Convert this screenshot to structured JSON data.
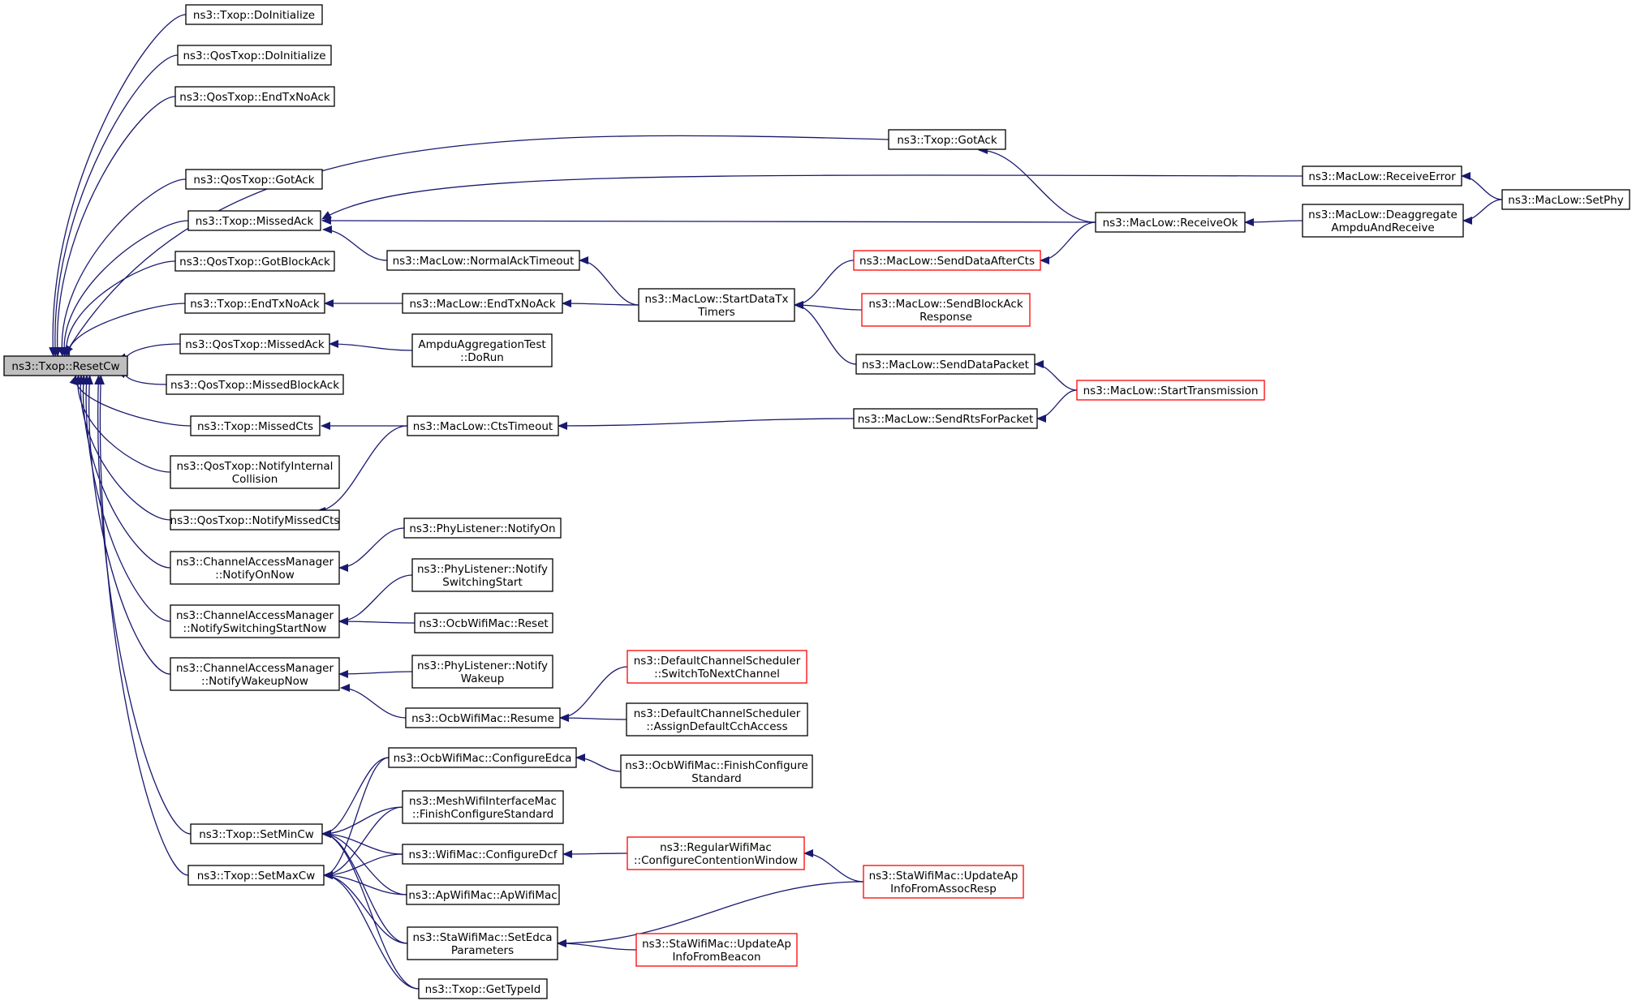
{
  "diagram": {
    "nodes": [
      {
        "id": "resetcw",
        "lines": [
          "ns3::Txop::ResetCw"
        ],
        "style": "root"
      },
      {
        "id": "txop_doinit",
        "lines": [
          "ns3::Txop::DoInitialize"
        ]
      },
      {
        "id": "qos_doinit",
        "lines": [
          "ns3::QosTxop::DoInitialize"
        ]
      },
      {
        "id": "qos_endtx",
        "lines": [
          "ns3::QosTxop::EndTxNoAck"
        ]
      },
      {
        "id": "txop_gotack",
        "lines": [
          "ns3::Txop::GotAck"
        ]
      },
      {
        "id": "qos_gotack",
        "lines": [
          "ns3::QosTxop::GotAck"
        ]
      },
      {
        "id": "txop_missedack",
        "lines": [
          "ns3::Txop::MissedAck"
        ]
      },
      {
        "id": "qos_gotblockack",
        "lines": [
          "ns3::QosTxop::GotBlockAck"
        ]
      },
      {
        "id": "txop_endtx",
        "lines": [
          "ns3::Txop::EndTxNoAck"
        ]
      },
      {
        "id": "qos_missedack",
        "lines": [
          "ns3::QosTxop::MissedAck"
        ]
      },
      {
        "id": "qos_missedblockack",
        "lines": [
          "ns3::QosTxop::MissedBlockAck"
        ]
      },
      {
        "id": "txop_missedcts",
        "lines": [
          "ns3::Txop::MissedCts"
        ]
      },
      {
        "id": "qos_notifyinternal",
        "lines": [
          "ns3::QosTxop::NotifyInternal",
          "Collision"
        ]
      },
      {
        "id": "qos_notifymissedcts",
        "lines": [
          "ns3::QosTxop::NotifyMissedCts"
        ]
      },
      {
        "id": "cam_onnow",
        "lines": [
          "ns3::ChannelAccessManager",
          "::NotifyOnNow"
        ]
      },
      {
        "id": "cam_switching",
        "lines": [
          "ns3::ChannelAccessManager",
          "::NotifySwitchingStartNow"
        ]
      },
      {
        "id": "cam_wakeup",
        "lines": [
          "ns3::ChannelAccessManager",
          "::NotifyWakeupNow"
        ]
      },
      {
        "id": "txop_setmincw",
        "lines": [
          "ns3::Txop::SetMinCw"
        ]
      },
      {
        "id": "txop_setmaxcw",
        "lines": [
          "ns3::Txop::SetMaxCw"
        ]
      },
      {
        "id": "maclow_normalack",
        "lines": [
          "ns3::MacLow::NormalAckTimeout"
        ]
      },
      {
        "id": "maclow_endtx",
        "lines": [
          "ns3::MacLow::EndTxNoAck"
        ]
      },
      {
        "id": "ampdu_dorun",
        "lines": [
          "AmpduAggregationTest",
          "::DoRun"
        ]
      },
      {
        "id": "maclow_ctstimeout",
        "lines": [
          "ns3::MacLow::CtsTimeout"
        ]
      },
      {
        "id": "phy_notifyon",
        "lines": [
          "ns3::PhyListener::NotifyOn"
        ]
      },
      {
        "id": "phy_switching",
        "lines": [
          "ns3::PhyListener::Notify",
          "SwitchingStart"
        ]
      },
      {
        "id": "ocb_reset",
        "lines": [
          "ns3::OcbWifiMac::Reset"
        ]
      },
      {
        "id": "phy_wakeup",
        "lines": [
          "ns3::PhyListener::Notify",
          "Wakeup"
        ]
      },
      {
        "id": "ocb_resume",
        "lines": [
          "ns3::OcbWifiMac::Resume"
        ]
      },
      {
        "id": "ocb_configureedca",
        "lines": [
          "ns3::OcbWifiMac::ConfigureEdca"
        ]
      },
      {
        "id": "mesh_finish",
        "lines": [
          "ns3::MeshWifiInterfaceMac",
          "::FinishConfigureStandard"
        ]
      },
      {
        "id": "wifimac_configuredcf",
        "lines": [
          "ns3::WifiMac::ConfigureDcf"
        ]
      },
      {
        "id": "ap_apwifimac",
        "lines": [
          "ns3::ApWifiMac::ApWifiMac"
        ]
      },
      {
        "id": "sta_setedca",
        "lines": [
          "ns3::StaWifiMac::SetEdca",
          "Parameters"
        ]
      },
      {
        "id": "txop_gettypeid",
        "lines": [
          "ns3::Txop::GetTypeId"
        ]
      },
      {
        "id": "maclow_startdatatx",
        "lines": [
          "ns3::MacLow::StartDataTx",
          "Timers"
        ]
      },
      {
        "id": "maclow_senddataaftercts",
        "lines": [
          "ns3::MacLow::SendDataAfterCts"
        ],
        "style": "red"
      },
      {
        "id": "maclow_sendblockack",
        "lines": [
          "ns3::MacLow::SendBlockAck",
          "Response"
        ],
        "style": "red"
      },
      {
        "id": "maclow_senddatapacket",
        "lines": [
          "ns3::MacLow::SendDataPacket"
        ]
      },
      {
        "id": "maclow_sendrts",
        "lines": [
          "ns3::MacLow::SendRtsForPacket"
        ]
      },
      {
        "id": "dcs_switchnext",
        "lines": [
          "ns3::DefaultChannelScheduler",
          "::SwitchToNextChannel"
        ],
        "style": "red"
      },
      {
        "id": "dcs_assign",
        "lines": [
          "ns3::DefaultChannelScheduler",
          "::AssignDefaultCchAccess"
        ]
      },
      {
        "id": "ocb_finishconfig",
        "lines": [
          "ns3::OcbWifiMac::FinishConfigure",
          "Standard"
        ]
      },
      {
        "id": "regular_configurecw",
        "lines": [
          "ns3::RegularWifiMac",
          "::ConfigureContentionWindow"
        ],
        "style": "red"
      },
      {
        "id": "sta_updateap_beacon",
        "lines": [
          "ns3::StaWifiMac::UpdateAp",
          "InfoFromBeacon"
        ],
        "style": "red"
      },
      {
        "id": "maclow_receiveok",
        "lines": [
          "ns3::MacLow::ReceiveOk"
        ]
      },
      {
        "id": "maclow_starttransmission",
        "lines": [
          "ns3::MacLow::StartTransmission"
        ],
        "style": "red"
      },
      {
        "id": "maclow_receiveerror",
        "lines": [
          "ns3::MacLow::ReceiveError"
        ]
      },
      {
        "id": "maclow_deaggregate",
        "lines": [
          "ns3::MacLow::Deaggregate",
          "AmpduAndReceive"
        ]
      },
      {
        "id": "sta_updateap_assoc",
        "lines": [
          "ns3::StaWifiMac::UpdateAp",
          "InfoFromAssocResp"
        ],
        "style": "red"
      },
      {
        "id": "maclow_setphy",
        "lines": [
          "ns3::MacLow::SetPhy"
        ]
      }
    ],
    "edges": [
      [
        "txop_doinit",
        "resetcw"
      ],
      [
        "qos_doinit",
        "resetcw"
      ],
      [
        "qos_endtx",
        "resetcw"
      ],
      [
        "txop_gotack",
        "resetcw"
      ],
      [
        "qos_gotack",
        "resetcw"
      ],
      [
        "txop_missedack",
        "resetcw"
      ],
      [
        "qos_gotblockack",
        "resetcw"
      ],
      [
        "txop_endtx",
        "resetcw"
      ],
      [
        "qos_missedack",
        "resetcw"
      ],
      [
        "qos_missedblockack",
        "resetcw"
      ],
      [
        "txop_missedcts",
        "resetcw"
      ],
      [
        "qos_notifyinternal",
        "resetcw"
      ],
      [
        "qos_notifymissedcts",
        "resetcw"
      ],
      [
        "cam_onnow",
        "resetcw"
      ],
      [
        "cam_switching",
        "resetcw"
      ],
      [
        "cam_wakeup",
        "resetcw"
      ],
      [
        "txop_setmincw",
        "resetcw"
      ],
      [
        "txop_setmaxcw",
        "resetcw"
      ],
      [
        "maclow_receiveok",
        "txop_gotack"
      ],
      [
        "maclow_receiveerror",
        "txop_missedack"
      ],
      [
        "maclow_receiveok",
        "txop_missedack"
      ],
      [
        "maclow_normalack",
        "txop_missedack"
      ],
      [
        "maclow_endtx",
        "txop_endtx"
      ],
      [
        "ampdu_dorun",
        "qos_missedack"
      ],
      [
        "maclow_ctstimeout",
        "txop_missedcts"
      ],
      [
        "maclow_ctstimeout",
        "qos_notifymissedcts"
      ],
      [
        "phy_notifyon",
        "cam_onnow"
      ],
      [
        "phy_switching",
        "cam_switching"
      ],
      [
        "ocb_reset",
        "cam_switching"
      ],
      [
        "phy_wakeup",
        "cam_wakeup"
      ],
      [
        "ocb_resume",
        "cam_wakeup"
      ],
      [
        "maclow_startdatatx",
        "maclow_normalack"
      ],
      [
        "maclow_startdatatx",
        "maclow_endtx"
      ],
      [
        "maclow_sendrts",
        "maclow_ctstimeout"
      ],
      [
        "dcs_switchnext",
        "ocb_resume"
      ],
      [
        "dcs_assign",
        "ocb_resume"
      ],
      [
        "ocb_configureedca",
        "txop_setmincw"
      ],
      [
        "mesh_finish",
        "txop_setmincw"
      ],
      [
        "wifimac_configuredcf",
        "txop_setmincw"
      ],
      [
        "ap_apwifimac",
        "txop_setmincw"
      ],
      [
        "sta_setedca",
        "txop_setmincw"
      ],
      [
        "txop_gettypeid",
        "txop_setmincw"
      ],
      [
        "ocb_configureedca",
        "txop_setmaxcw"
      ],
      [
        "mesh_finish",
        "txop_setmaxcw"
      ],
      [
        "wifimac_configuredcf",
        "txop_setmaxcw"
      ],
      [
        "ap_apwifimac",
        "txop_setmaxcw"
      ],
      [
        "sta_setedca",
        "txop_setmaxcw"
      ],
      [
        "txop_gettypeid",
        "txop_setmaxcw"
      ],
      [
        "maclow_senddataaftercts",
        "maclow_startdatatx"
      ],
      [
        "maclow_sendblockack",
        "maclow_startdatatx"
      ],
      [
        "maclow_senddatapacket",
        "maclow_startdatatx"
      ],
      [
        "maclow_starttransmission",
        "maclow_senddatapacket"
      ],
      [
        "maclow_starttransmission",
        "maclow_sendrts"
      ],
      [
        "maclow_receiveok",
        "maclow_senddataaftercts"
      ],
      [
        "ocb_finishconfig",
        "ocb_configureedca"
      ],
      [
        "regular_configurecw",
        "wifimac_configuredcf"
      ],
      [
        "sta_updateap_assoc",
        "sta_setedca"
      ],
      [
        "sta_updateap_beacon",
        "sta_setedca"
      ],
      [
        "sta_updateap_assoc",
        "regular_configurecw"
      ],
      [
        "maclow_deaggregate",
        "maclow_receiveok"
      ],
      [
        "maclow_setphy",
        "maclow_receiveerror"
      ],
      [
        "maclow_setphy",
        "maclow_deaggregate"
      ]
    ]
  },
  "colors": {
    "edge": "#191970",
    "node_border": "#000000",
    "root_fill": "#bfbfbf",
    "red_border": "#ff0000",
    "node_fill": "#ffffff"
  }
}
